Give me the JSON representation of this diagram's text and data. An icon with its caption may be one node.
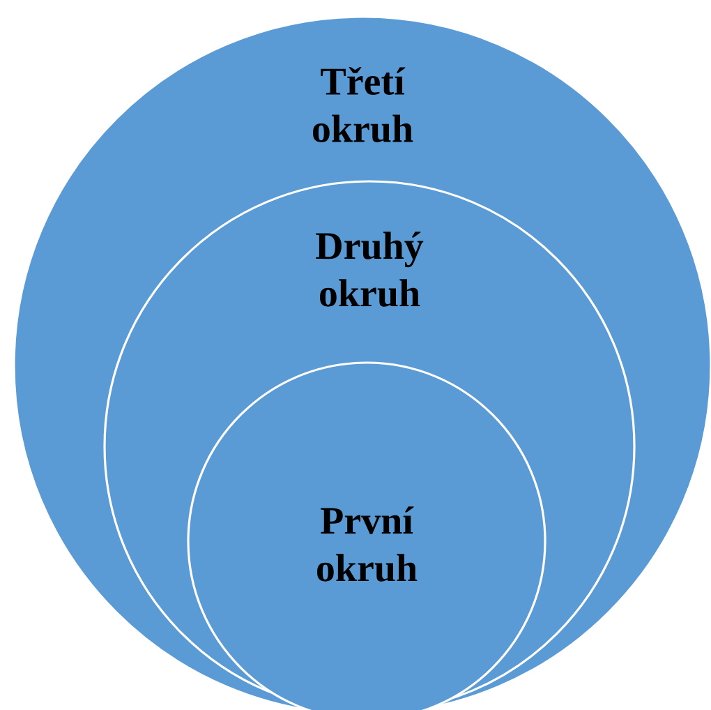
{
  "diagram": {
    "nodes": [
      {
        "text": [
          "Třetí okruh"
        ]
      },
      {
        "text": [
          "Druhý okruh"
        ],
        "in": 0
      },
      {
        "text": [
          "První okruh"
        ],
        "in": 1
      }
    ]
  }
}
